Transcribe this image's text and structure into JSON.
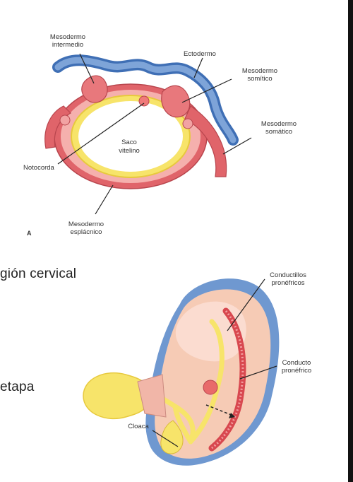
{
  "figure_a": {
    "panel_letter": "A",
    "labels": {
      "intermediate_line1": "Mesodermo",
      "intermediate_line2": "intermedio",
      "ectoderm": "Ectodermo",
      "somitic_line1": "Mesodermo",
      "somitic_line2": "somítico",
      "somatic_line1": "Mesodermo",
      "somatic_line2": "somático",
      "yolk_line1": "Saco",
      "yolk_line2": "vitelino",
      "notochord": "Notocorda",
      "splanchnic_line1": "Mesodermo",
      "splanchnic_line2": "esplácnico"
    }
  },
  "figure_b": {
    "labels": {
      "tubules_line1": "Conductillos",
      "tubules_line2": "pronéfricos",
      "duct_line1": "Conducto",
      "duct_line2": "pronéfrico",
      "cloaca": "Cloaca"
    }
  },
  "body_text": {
    "fragment1": "gión cervical",
    "fragment2": "etapa"
  },
  "colors": {
    "mesoderm": "#e0646a",
    "mesoderm_light": "#f2a3a3",
    "ectoderm": "#5a86c4",
    "yolk": "#f7e46a",
    "embryo_body": "#f6cbb5"
  }
}
